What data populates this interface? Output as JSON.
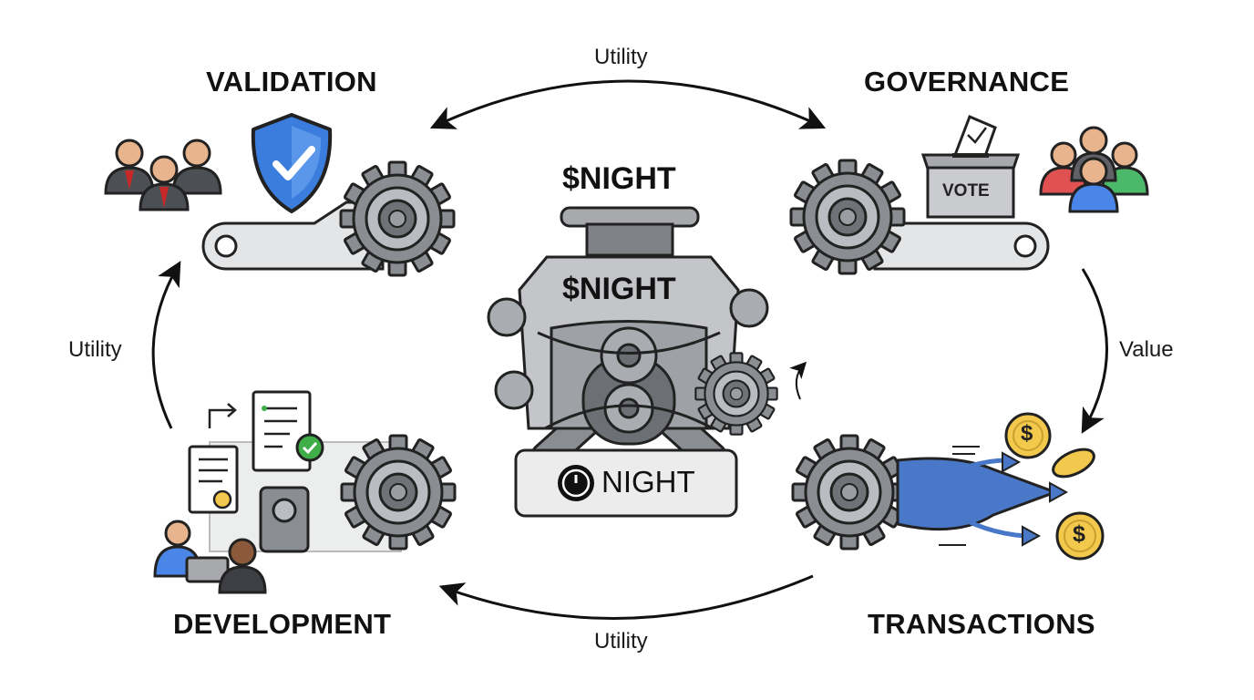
{
  "sections": {
    "validation": "VALIDATION",
    "governance": "GOVERNANCE",
    "development": "DEVELOPMENT",
    "transactions": "TRANSACTIONS"
  },
  "flows": {
    "top": "Utility",
    "left": "Utility",
    "right": "Value",
    "bottom": "Utility"
  },
  "engine": {
    "top_title": "$NIGHT",
    "body_label": "$NIGHT",
    "badge_label": "NIGHT"
  },
  "ballot_label": "VOTE",
  "coin_symbol": "$",
  "colors": {
    "shield": "#3b7ddd",
    "gear": "#8a8d91",
    "outline": "#222222",
    "coin": "#f2c94c",
    "stream": "#4a78c9",
    "vote_red": "#e05252",
    "vote_blue": "#4a86e8",
    "vote_green": "#4cb86a",
    "check_green": "#3fae49"
  }
}
